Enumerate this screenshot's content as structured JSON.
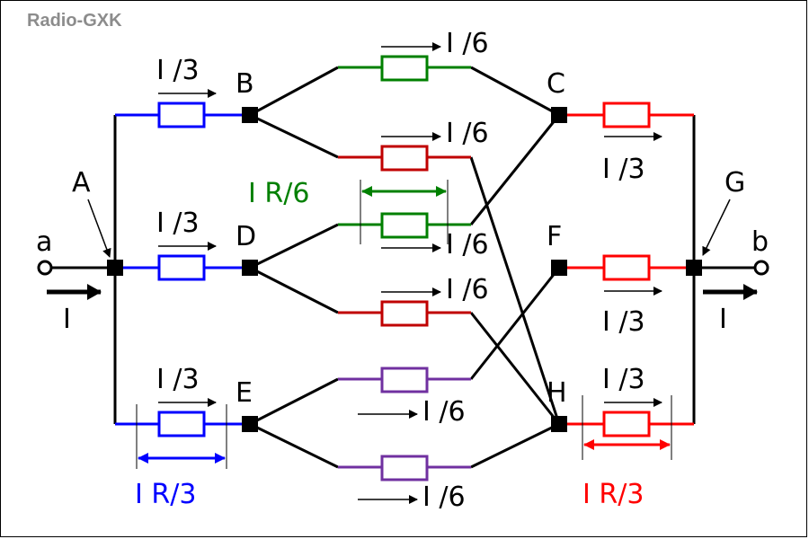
{
  "watermark": "Radio-GXK",
  "terminals": {
    "a": "a",
    "b": "b"
  },
  "nodes": {
    "A": "A",
    "B": "B",
    "C": "C",
    "D": "D",
    "E": "E",
    "F": "F",
    "G": "G",
    "H": "H"
  },
  "currents": {
    "input": "I",
    "output": "I",
    "third": "I /3",
    "sixth": "I /6"
  },
  "voltages": {
    "first_stage": "I R/3",
    "middle_stage": "I R/6",
    "last_stage": "I R/3"
  },
  "colors": {
    "wire": "#000000",
    "first_stage": "#0000ff",
    "middle_green": "#008000",
    "middle_red": "#c00000",
    "middle_purple": "#7030a0",
    "last_stage": "#ff0000",
    "watermark": "#8c8c8c"
  }
}
